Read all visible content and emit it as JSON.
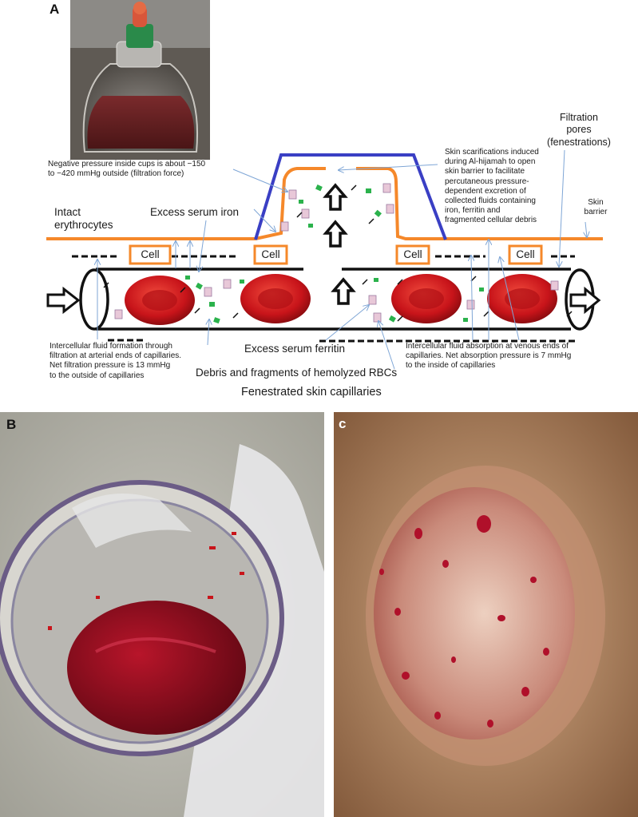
{
  "panels": {
    "a": "A",
    "b": "B",
    "c": "c"
  },
  "diagram": {
    "pressure_note": "Negative pressure inside cups is about −150\nto −420 mmHg outside (filtration force)",
    "scarification_note": "Skin scarifications induced\nduring Al-hijamah to open\nskin barrier to facilitate\npercutaneous pressure-\ndependent excretion of\ncollected fluids containing\niron, ferritin and\nfragmented cellular debris",
    "filtration_pores": "Filtration\npores\n(fenestrations)",
    "skin_barrier": "Skin\nbarrier",
    "intact_erythrocytes": "Intact\nerythrocytes",
    "excess_serum_iron": "Excess serum iron",
    "cell_labels": [
      "Cell",
      "Cell",
      "Cell",
      "Cell"
    ],
    "filtration_note": "Intercellular fluid formation through\nfiltration at arterial ends of capillaries.\nNet filtration pressure is 13 mmHg\nto the outside of capillaries",
    "excess_serum_ferritin": "Excess serum ferritin",
    "debris": "Debris and fragments of hemolyzed RBCs",
    "absorption_note": "Intercellular fluid absorption at venous ends of\ncapillaries. Net absorption pressure is 7 mmHg\nto the inside of capillaries",
    "caption": "Fenestrated skin capillaries"
  },
  "colors": {
    "orange": "#f5882a",
    "blue_cup": "#3a3fc4",
    "blood_red": "#c8141a",
    "arrow_blue": "#7fa6d6",
    "debris_green": "#2bb24c"
  }
}
